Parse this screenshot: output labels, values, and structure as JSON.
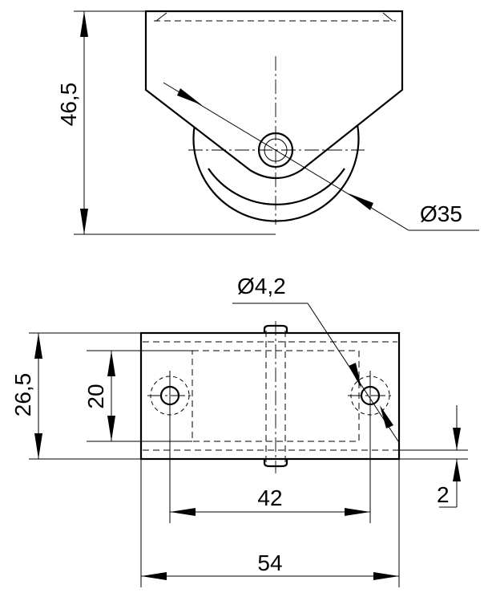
{
  "drawing": {
    "side_view": {
      "height_dim": "46,5",
      "wheel_diameter_dim": "Ø35"
    },
    "top_view": {
      "hole_diameter_dim": "Ø4,2",
      "overall_depth_dim": "26,5",
      "inner_depth_dim": "20",
      "hole_spacing_dim": "42",
      "overall_width_dim": "54",
      "offset_dim": "2"
    }
  }
}
